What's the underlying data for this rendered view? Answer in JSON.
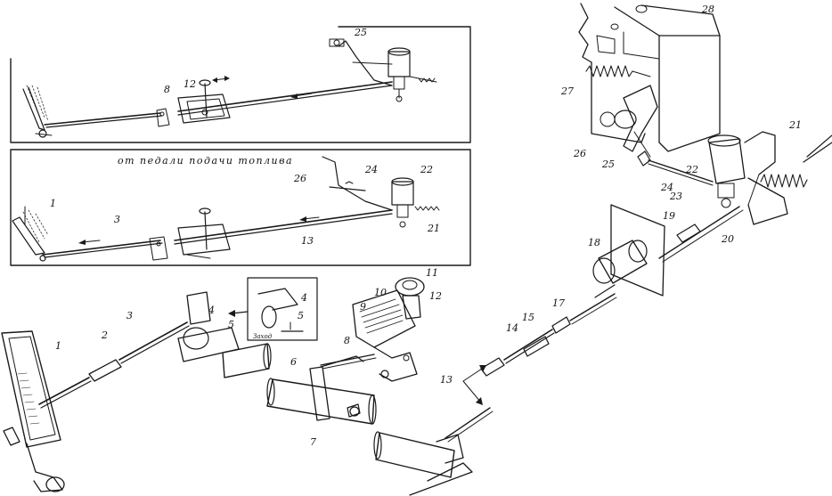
{
  "insets": {
    "bottom_caption": "от педали подачи топлива",
    "detail_caption": "Заход"
  },
  "labels": [
    {
      "id": "top-8",
      "text": "8"
    },
    {
      "id": "top-12",
      "text": "12"
    },
    {
      "id": "top-25",
      "text": "25"
    },
    {
      "id": "mid-1",
      "text": "1"
    },
    {
      "id": "mid-3",
      "text": "3"
    },
    {
      "id": "mid-13",
      "text": "13"
    },
    {
      "id": "mid-21",
      "text": "21"
    },
    {
      "id": "mid-22",
      "text": "22"
    },
    {
      "id": "mid-24",
      "text": "24"
    },
    {
      "id": "mid-26",
      "text": "26"
    },
    {
      "id": "eng-28",
      "text": "28"
    },
    {
      "id": "eng-27",
      "text": "27"
    },
    {
      "id": "eng-26",
      "text": "26"
    },
    {
      "id": "eng-25",
      "text": "25"
    },
    {
      "id": "eng-24",
      "text": "24"
    },
    {
      "id": "eng-23",
      "text": "23"
    },
    {
      "id": "eng-22",
      "text": "22"
    },
    {
      "id": "eng-21",
      "text": "21"
    },
    {
      "id": "eng-20",
      "text": "20"
    },
    {
      "id": "eng-19",
      "text": "19"
    },
    {
      "id": "eng-18",
      "text": "18"
    },
    {
      "id": "low-1",
      "text": "1"
    },
    {
      "id": "low-2",
      "text": "2"
    },
    {
      "id": "low-3",
      "text": "3"
    },
    {
      "id": "low-4",
      "text": "4"
    },
    {
      "id": "low-5",
      "text": "5"
    },
    {
      "id": "low-6",
      "text": "6"
    },
    {
      "id": "low-7",
      "text": "7"
    },
    {
      "id": "low-8",
      "text": "8"
    },
    {
      "id": "low-9",
      "text": "9"
    },
    {
      "id": "low-10",
      "text": "10"
    },
    {
      "id": "low-11",
      "text": "11"
    },
    {
      "id": "low-12",
      "text": "12"
    },
    {
      "id": "low-13",
      "text": "13"
    },
    {
      "id": "low-14",
      "text": "14"
    },
    {
      "id": "low-15",
      "text": "15"
    },
    {
      "id": "low-17",
      "text": "17"
    },
    {
      "id": "det-4",
      "text": "4"
    },
    {
      "id": "det-5",
      "text": "5"
    }
  ]
}
